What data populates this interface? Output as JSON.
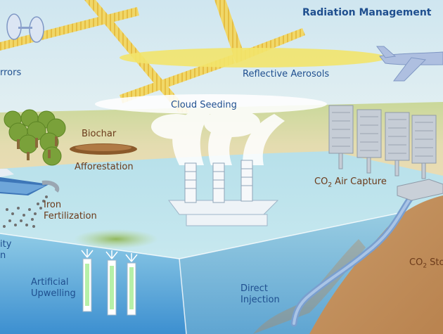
{
  "header": {
    "title": "Radiation Management"
  },
  "labels": {
    "mirrors": "rrors",
    "reflective_aerosols": "Reflective Aerosols",
    "cloud_seeding": "Cloud Seeding",
    "biochar": "Biochar",
    "afforestation": "Afforestation",
    "co2_air_capture_prefix": "CO",
    "co2_air_capture_sub": "2",
    "co2_air_capture_suffix": " Air Capture",
    "iron_line1": "Iron",
    "iron_line2": "Fertilization",
    "alk_line1": "ity",
    "alk_line2": "n",
    "upwelling_line1": "Artificial",
    "upwelling_line2": "Upwelling",
    "direct_line1": "Direct",
    "direct_line2": "Injection",
    "co2_storage_prefix": "CO",
    "co2_storage_sub": "2",
    "co2_storage_suffix": " Sto"
  },
  "colors": {
    "sky": "#d9ecf3",
    "land": "#e7dcb0",
    "sea_surface": "#bfe3ec",
    "sea_front": "#9fd1e4",
    "soil": "#c79463",
    "label_blue": "#1f4f8f",
    "label_brown": "#6b3a1a"
  }
}
